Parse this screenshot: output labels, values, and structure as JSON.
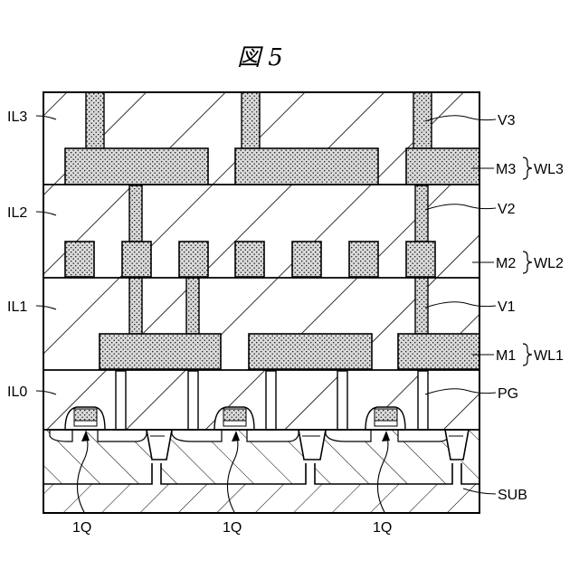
{
  "title": "図 5",
  "layers_left": [
    {
      "id": "il3",
      "text": "IL3"
    },
    {
      "id": "il2",
      "text": "IL2"
    },
    {
      "id": "il1",
      "text": "IL1"
    },
    {
      "id": "il0",
      "text": "IL0"
    }
  ],
  "labels_right": [
    {
      "id": "v3",
      "text": "V3"
    },
    {
      "id": "m3",
      "text": "M3"
    },
    {
      "id": "wl3",
      "text": "WL3"
    },
    {
      "id": "v2",
      "text": "V2"
    },
    {
      "id": "m2",
      "text": "M2"
    },
    {
      "id": "wl2",
      "text": "WL2"
    },
    {
      "id": "v1",
      "text": "V1"
    },
    {
      "id": "m1",
      "text": "M1"
    },
    {
      "id": "wl1",
      "text": "WL1"
    },
    {
      "id": "pg",
      "text": "PG"
    },
    {
      "id": "sub",
      "text": "SUB"
    }
  ],
  "transistors": [
    {
      "id": "q1",
      "text": "1Q"
    },
    {
      "id": "q2",
      "text": "1Q"
    },
    {
      "id": "q3",
      "text": "1Q"
    }
  ]
}
